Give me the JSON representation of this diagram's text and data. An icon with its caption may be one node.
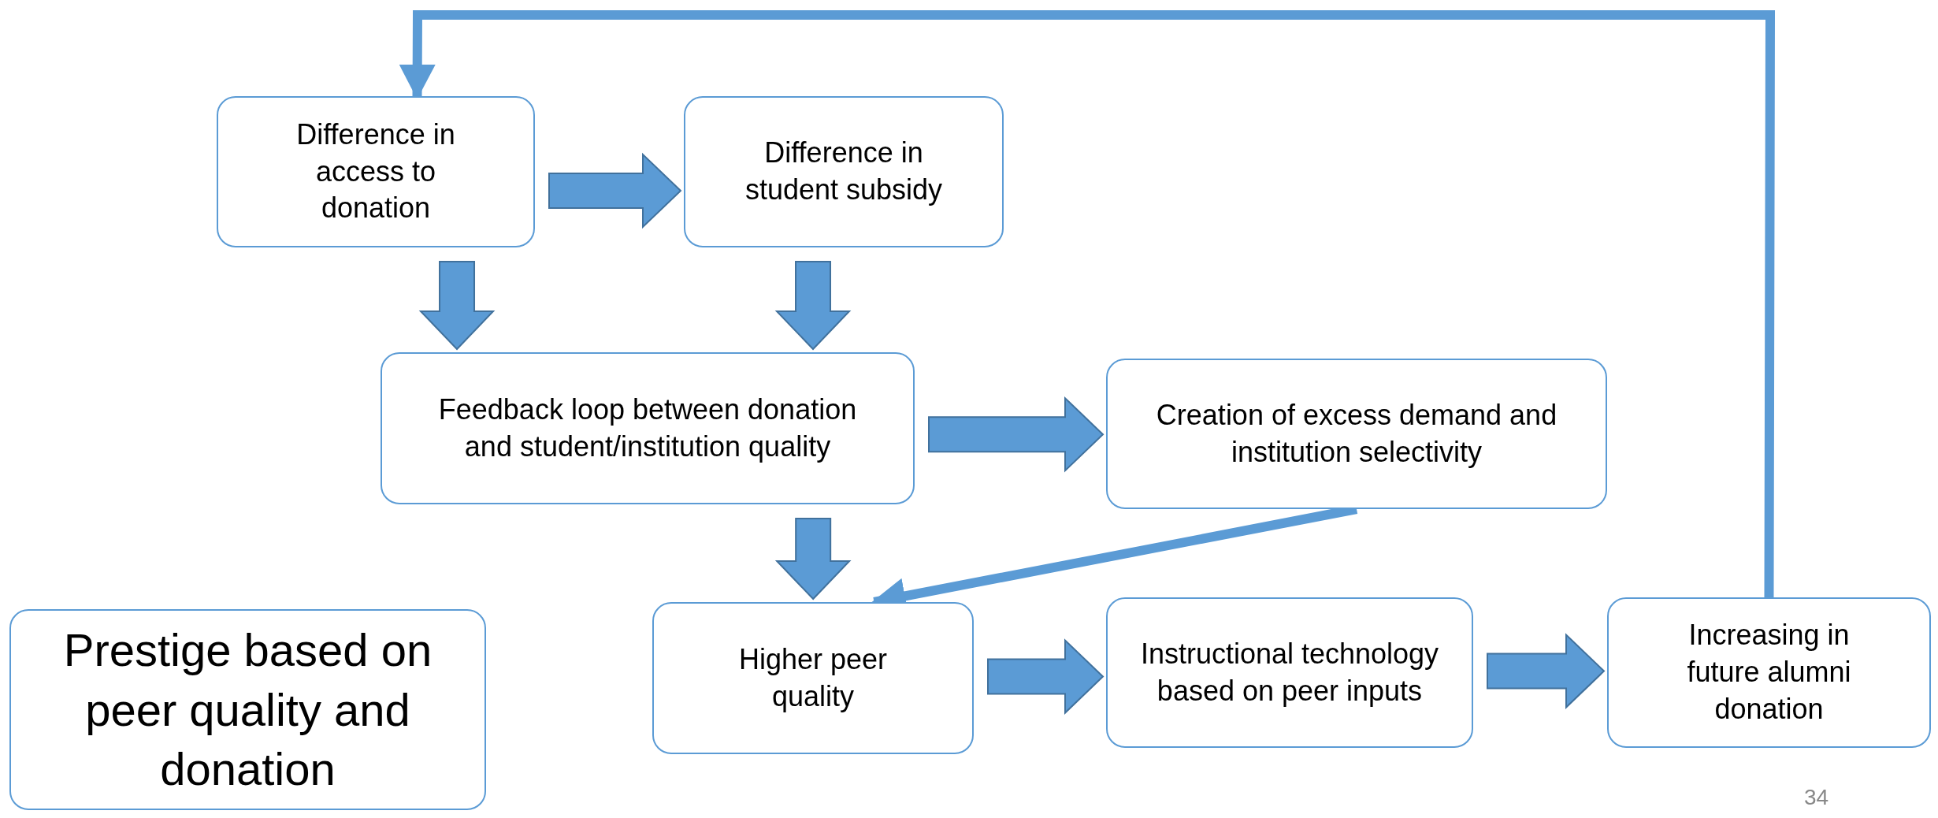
{
  "diagram": {
    "nodes": [
      {
        "text": [
          "Difference in access to donation"
        ]
      },
      {
        "text": [
          "Difference in student subsidy"
        ]
      },
      {
        "text": [
          "Feedback loop between donation and student/institution quality"
        ]
      },
      {
        "text": [
          "Creation of excess demand and  institution selectivity"
        ]
      },
      {
        "text": [
          "Higher peer quality"
        ]
      },
      {
        "text": [
          "Instructional technology based on peer inputs"
        ]
      },
      {
        "text": [
          "Increasing in future alumni donation"
        ]
      },
      {
        "text": [
          "Prestige based on peer quality and donation"
        ]
      }
    ],
    "edges": [
      {
        "from": 0,
        "to": 1,
        "arrow": "to",
        "style": "thick"
      },
      {
        "from": 0,
        "to": 2,
        "arrow": "to",
        "style": "thick"
      },
      {
        "from": 1,
        "to": 2,
        "arrow": "to",
        "style": "thick"
      },
      {
        "from": 2,
        "to": 3,
        "arrow": "to",
        "style": "thick"
      },
      {
        "from": 2,
        "to": 4,
        "arrow": "to",
        "style": "thick"
      },
      {
        "from": 3,
        "to": 4,
        "arrow": "to"
      },
      {
        "from": 4,
        "to": 5,
        "arrow": "to",
        "style": "thick"
      },
      {
        "from": 5,
        "to": 6,
        "arrow": "to",
        "style": "thick"
      },
      {
        "from": 6,
        "to": 0,
        "arrow": "to"
      }
    ],
    "labels": [
      "34"
    ]
  }
}
